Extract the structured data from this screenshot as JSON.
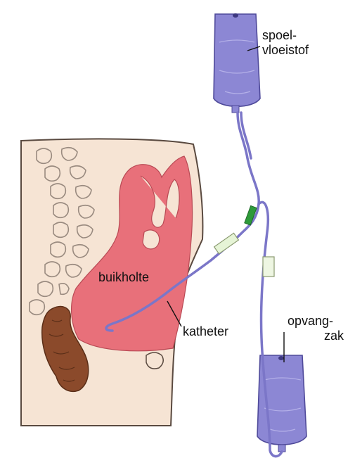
{
  "labels": {
    "irrigation_fluid_line1": "spoel-",
    "irrigation_fluid_line2": "vloeistof",
    "abdominal_cavity": "buikholte",
    "catheter": "katheter",
    "collection_bag_line1": "opvang-",
    "collection_bag_line2": "zak"
  },
  "colors": {
    "skin": "#f6e4d4",
    "outline": "#5a4a40",
    "cavity": "#e8707a",
    "colon": "#8b4a2b",
    "bag_fill": "#8c87d4",
    "tube": "#7b76c8",
    "clamp_green": "#2e9a3a"
  }
}
